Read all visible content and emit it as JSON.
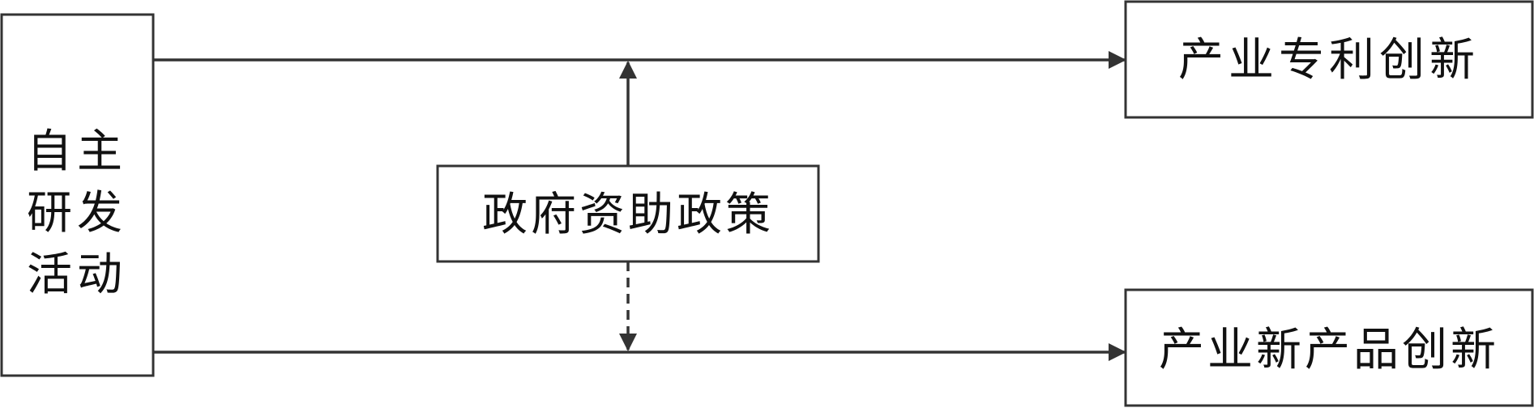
{
  "diagram": {
    "independent_rd": {
      "label_lines": [
        "自主",
        "研发",
        "活动"
      ]
    },
    "government_policy": {
      "label": "政府资助政策"
    },
    "patent_innovation": {
      "label": "产业专利创新"
    },
    "product_innovation": {
      "label": "产业新产品创新"
    }
  },
  "colors": {
    "stroke": "#333333",
    "text": "#111111",
    "background": "#ffffff"
  }
}
